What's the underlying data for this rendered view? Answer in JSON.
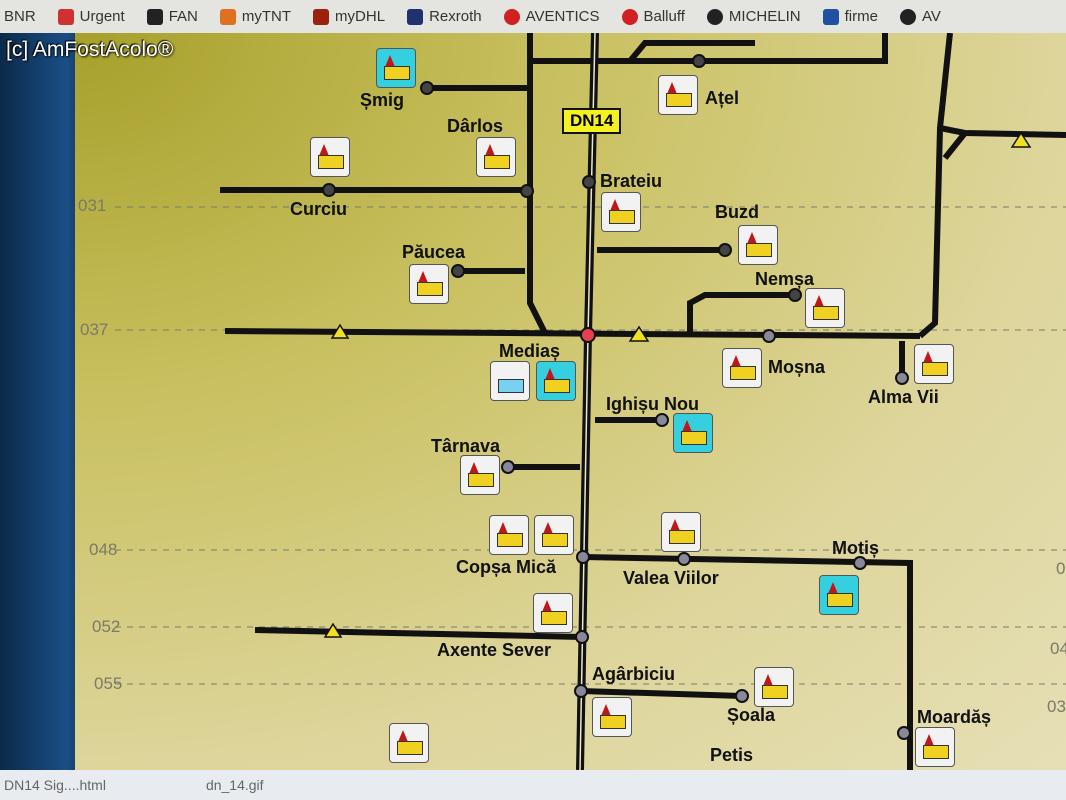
{
  "watermark": "[c] AmFostAcolo®",
  "bookmarks": [
    {
      "label": "BNR",
      "color": "#888888"
    },
    {
      "label": "Urgent",
      "color": "#d03030"
    },
    {
      "label": "FAN",
      "color": "#222222"
    },
    {
      "label": "myTNT",
      "color": "#e07020"
    },
    {
      "label": "myDHL",
      "color": "#9a2010"
    },
    {
      "label": "Rexroth",
      "color": "#203070"
    },
    {
      "label": "AVENTICS",
      "color": "#d02020"
    },
    {
      "label": "Balluff",
      "color": "#d02020"
    },
    {
      "label": "MICHELIN",
      "color": "#222222"
    },
    {
      "label": "firme",
      "color": "#2050a0"
    },
    {
      "label": "AV",
      "color": "#222222"
    }
  ],
  "map": {
    "road_label": "DN14",
    "km_markers": [
      "031",
      "037",
      "048",
      "052",
      "055",
      "0",
      "04",
      "03"
    ],
    "towns": [
      "Șmig",
      "Dârlos",
      "Ațel",
      "Curciu",
      "Brateiu",
      "Buzd",
      "Păucea",
      "Nemșa",
      "Mediaș",
      "Moșna",
      "Alma Vii",
      "Ighișu Nou",
      "Târnava",
      "Copșa Mică",
      "Valea Viilor",
      "Motiș",
      "Axente Sever",
      "Agârbiciu",
      "Șoala",
      "Moardăș",
      "Petis"
    ]
  },
  "downloads": [
    {
      "label": "DN14 Sig....html"
    },
    {
      "label": "dn_14.gif"
    }
  ]
}
